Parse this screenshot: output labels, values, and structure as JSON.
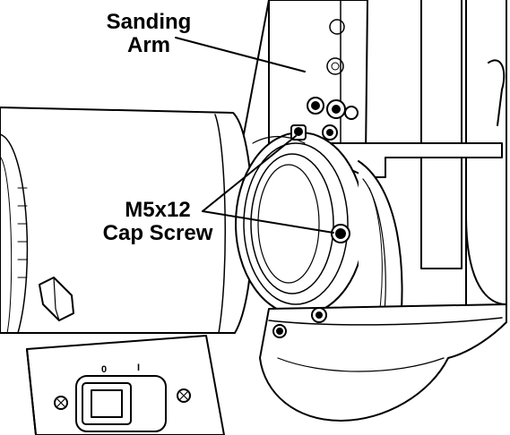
{
  "callouts": {
    "sanding_arm": {
      "line1": "Sanding",
      "line2": "Arm"
    },
    "cap_screw": {
      "line1": "M5x12",
      "line2": "Cap Screw"
    }
  },
  "switch": {
    "off_mark": "0",
    "on_mark": "I"
  },
  "colors": {
    "ink": "#000000",
    "paper": "#ffffff",
    "shade": "#d9d9d9"
  }
}
